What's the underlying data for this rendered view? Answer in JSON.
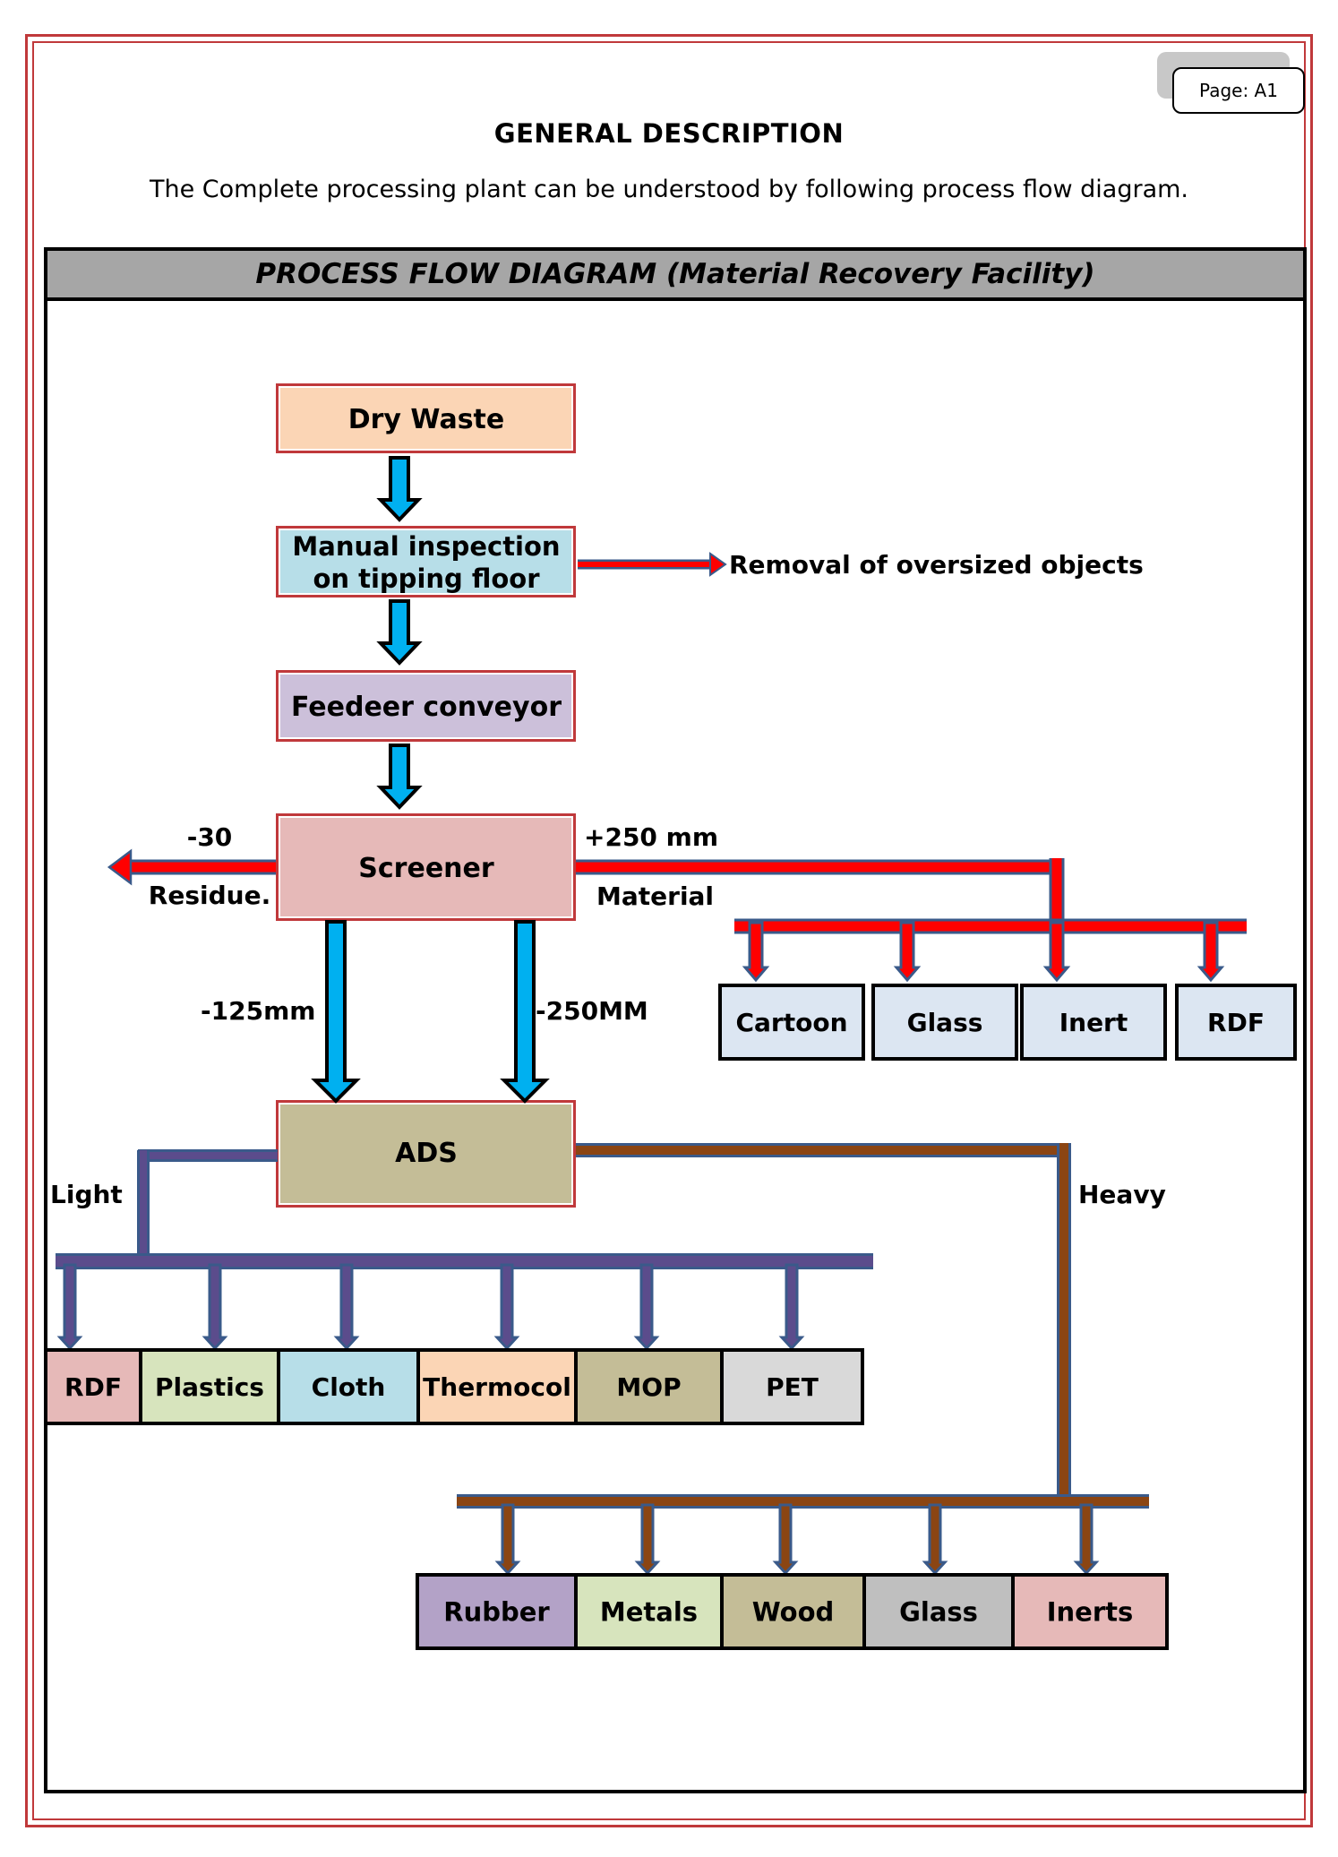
{
  "page_label": "Page: A1",
  "heading": "GENERAL DESCRIPTION",
  "intro": "The Complete processing plant can be understood by following process flow diagram.",
  "diagram_title": "PROCESS FLOW DIAGRAM (Material Recovery Facility)",
  "colors": {
    "frame_red": "#c0393b",
    "title_bar": "#a6a6a6",
    "blue_arrow": "#00b0f0",
    "red_line": "#ff0000",
    "purple_line": "#5b4c8c",
    "brown_line": "#8b4513",
    "dry_waste": "#fbd5b5",
    "manual_inspection": "#b7dee8",
    "feeder": "#ccc0da",
    "screener": "#e6b9b8",
    "ads": "#c4bd97",
    "light_blue_box": "#dce6f2"
  },
  "nodes": {
    "dry_waste": "Dry Waste",
    "manual_inspection_line1": "Manual inspection",
    "manual_inspection_line2": "on tipping floor",
    "feeder": "Feedeer conveyor",
    "screener": "Screener",
    "ads": "ADS"
  },
  "labels": {
    "oversized": "Removal of oversized objects",
    "minus30": "-30",
    "residue": "Residue.",
    "plus250": "+250 mm",
    "material": "Material",
    "minus125": "-125mm",
    "minus250": "-250MM",
    "light": "Light",
    "heavy": "Heavy"
  },
  "outputs_screener": [
    "Cartoon",
    "Glass",
    "Inert",
    "RDF"
  ],
  "outputs_light": [
    {
      "label": "RDF",
      "color": "#e6b9b8"
    },
    {
      "label": "Plastics",
      "color": "#d7e4bd"
    },
    {
      "label": "Cloth",
      "color": "#b7dee8"
    },
    {
      "label": "Thermocol",
      "color": "#fbd5b5"
    },
    {
      "label": "MOP",
      "color": "#c4bd97"
    },
    {
      "label": "PET",
      "color": "#d9d9d9"
    }
  ],
  "outputs_heavy": [
    {
      "label": "Rubber",
      "color": "#b3a2c7"
    },
    {
      "label": "Metals",
      "color": "#d7e4bd"
    },
    {
      "label": "Wood",
      "color": "#c4bd97"
    },
    {
      "label": "Glass",
      "color": "#bfbfbf"
    },
    {
      "label": "Inerts",
      "color": "#e6b9b8"
    }
  ]
}
